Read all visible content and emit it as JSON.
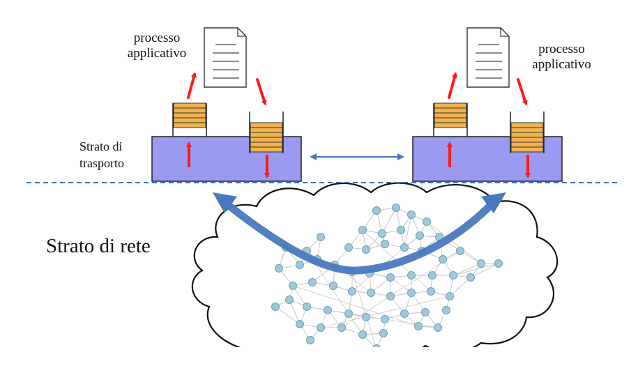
{
  "labels": {
    "app_left_line1": "processo",
    "app_left_line2": "applicativo",
    "app_right_line1": "processo",
    "app_right_line2": "applicativo",
    "transport_line1": "Strato di",
    "transport_line2": "trasporto",
    "network": "Strato di rete"
  },
  "colors": {
    "transport_box": "#9a9af0",
    "transport_border": "#222222",
    "buffer_fill": "#f2b34c",
    "arrow_red": "#ff1a1a",
    "arrow_blue": "#4a78c0",
    "dashed_line": "#3d6fb5",
    "node_fill": "#9fc8da",
    "node_stroke": "#6f9fb4",
    "edge": "#c8c8c8"
  },
  "icons": {
    "document": "document-icon",
    "cloud": "cloud-icon"
  }
}
